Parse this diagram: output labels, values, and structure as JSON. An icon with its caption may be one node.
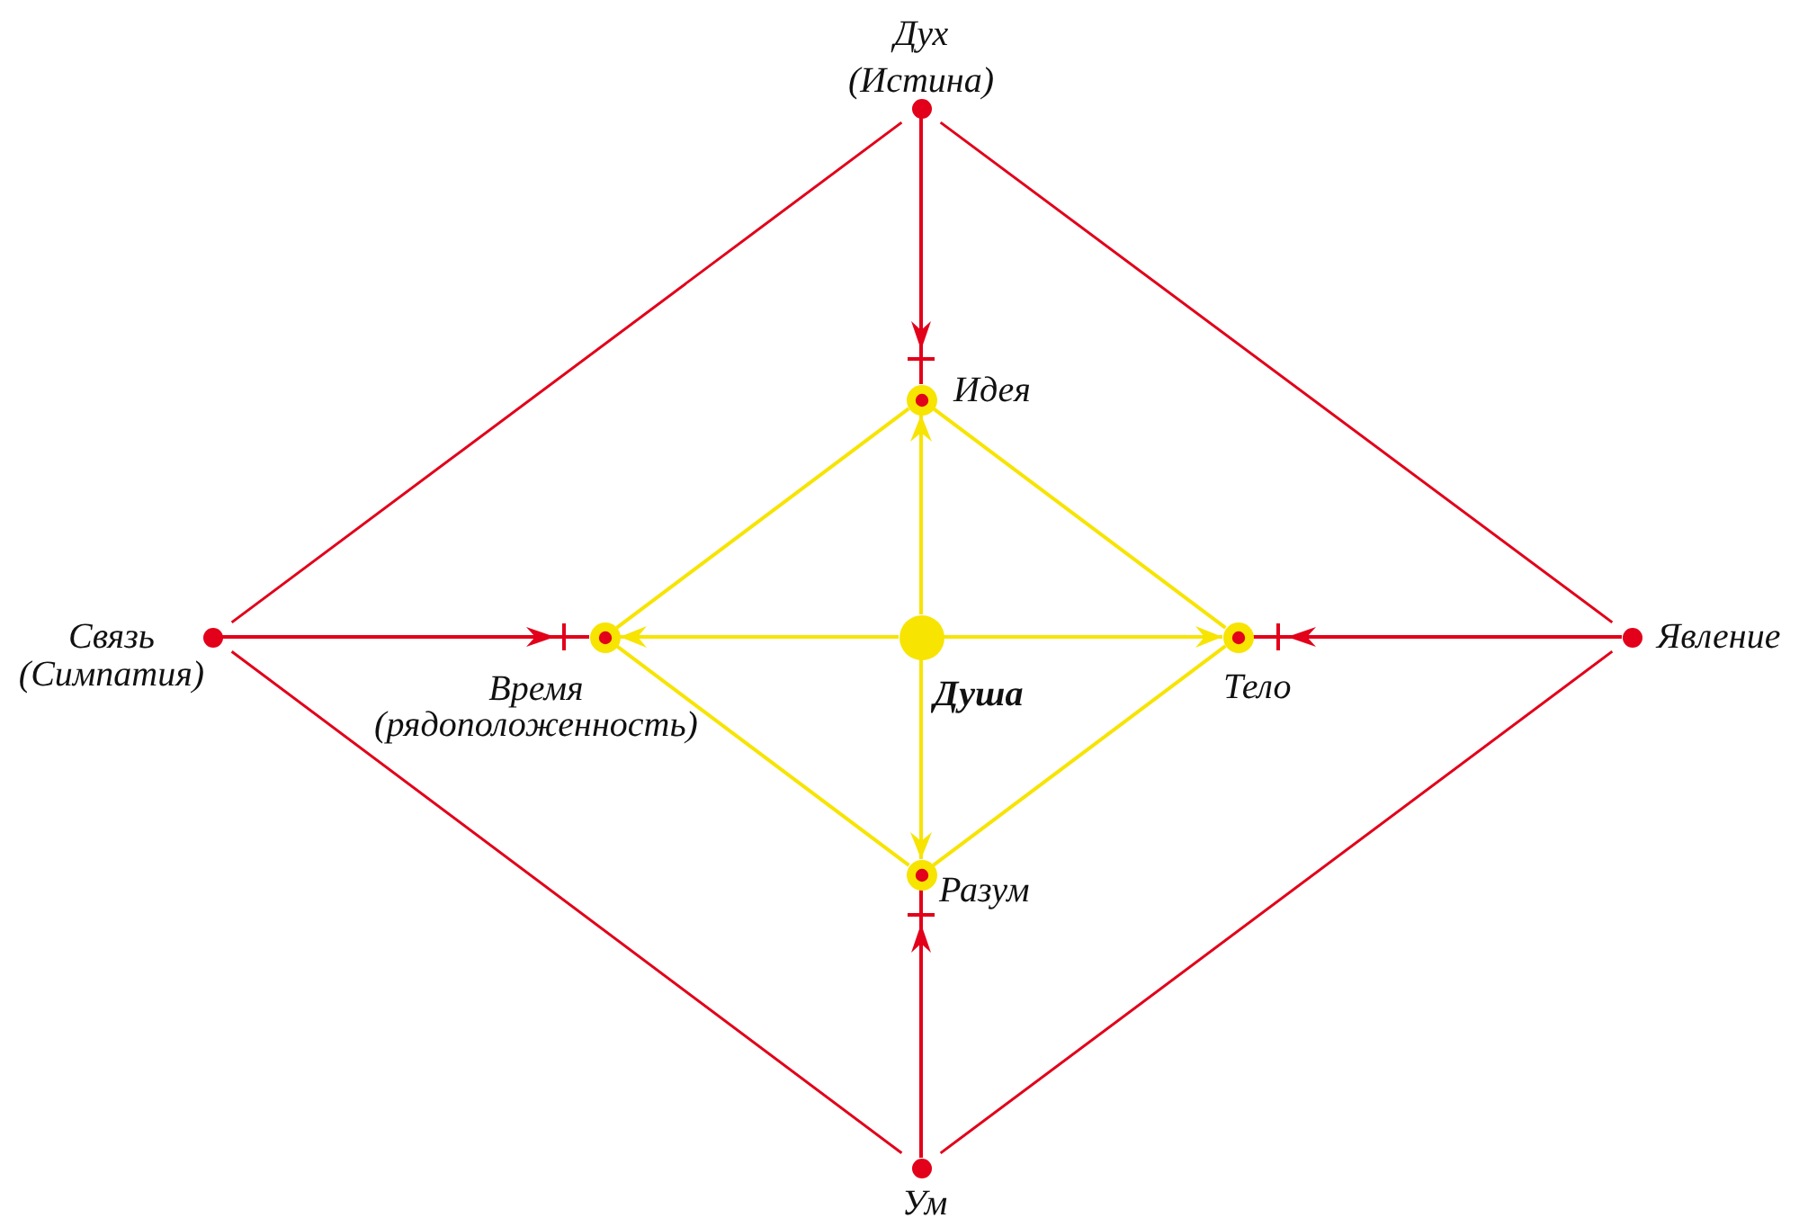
{
  "diagram": {
    "nodes": [
      {
        "text": [],
        "shape": "circle",
        "beside": [
          "Дух (Истина)"
        ]
      },
      {
        "text": [],
        "shape": "circle",
        "beside": [
          "Идея"
        ]
      },
      {
        "text": [],
        "shape": "circle",
        "beside": [
          "Связь (Симпатия)"
        ]
      },
      {
        "text": [],
        "shape": "circle",
        "beside": [
          "Время (рядоположенность)"
        ]
      },
      {
        "text": [],
        "shape": "circle",
        "beside": [
          "Душа"
        ]
      },
      {
        "text": [],
        "shape": "circle",
        "beside": [
          "Тело"
        ]
      },
      {
        "text": [],
        "shape": "circle",
        "beside": [
          "Явление"
        ]
      },
      {
        "text": [],
        "shape": "circle",
        "beside": [
          "Разум"
        ]
      },
      {
        "text": [],
        "shape": "circle",
        "beside": [
          "Ум"
        ]
      }
    ],
    "edges": [
      {
        "from": 0,
        "to": 2,
        "arrow": "none"
      },
      {
        "from": 0,
        "to": 6,
        "arrow": "none"
      },
      {
        "from": 2,
        "to": 8,
        "arrow": "none"
      },
      {
        "from": 6,
        "to": 8,
        "arrow": "none"
      },
      {
        "from": 0,
        "to": 1,
        "arrow": "to"
      },
      {
        "from": 2,
        "to": 3,
        "arrow": "to"
      },
      {
        "from": 6,
        "to": 5,
        "arrow": "to"
      },
      {
        "from": 8,
        "to": 7,
        "arrow": "to"
      },
      {
        "from": 4,
        "to": 1,
        "arrow": "to",
        "color": "#f7e400"
      },
      {
        "from": 4,
        "to": 3,
        "arrow": "to",
        "color": "#f7e400"
      },
      {
        "from": 4,
        "to": 5,
        "arrow": "to",
        "color": "#f7e400"
      },
      {
        "from": 4,
        "to": 7,
        "arrow": "to",
        "color": "#f7e400"
      },
      {
        "from": 1,
        "to": 3,
        "arrow": "none",
        "color": "#f7e400"
      },
      {
        "from": 1,
        "to": 5,
        "arrow": "none",
        "color": "#f7e400"
      },
      {
        "from": 3,
        "to": 7,
        "arrow": "none",
        "color": "#f7e400"
      },
      {
        "from": 5,
        "to": 7,
        "arrow": "none",
        "color": "#f7e400"
      }
    ]
  }
}
